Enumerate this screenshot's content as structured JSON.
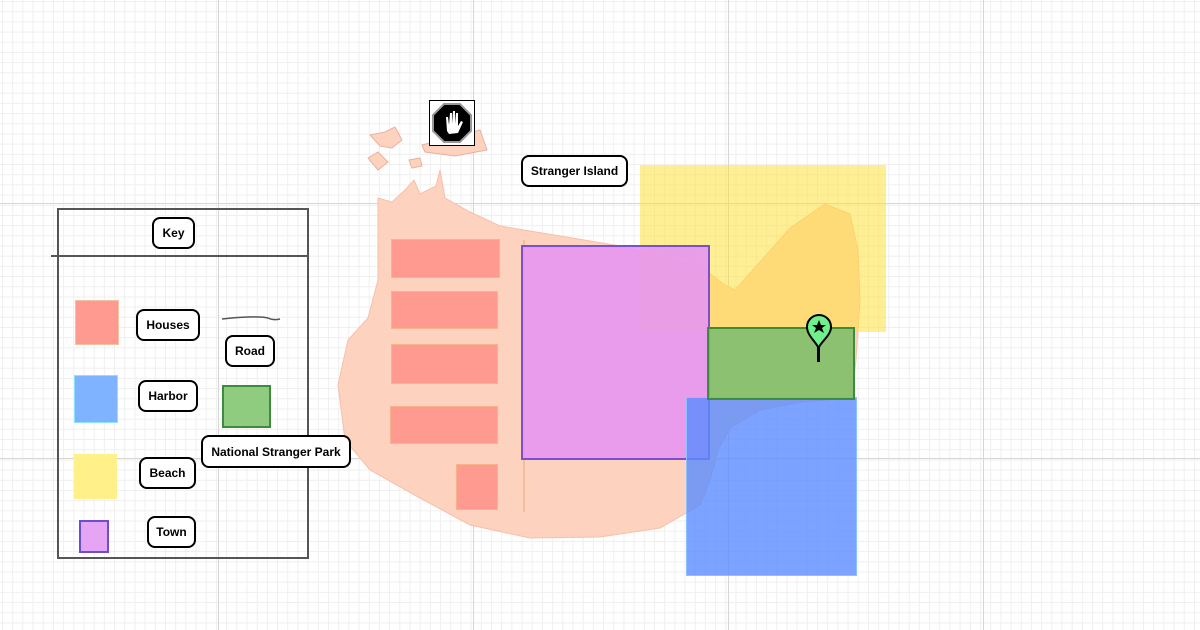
{
  "title": "Stranger Island",
  "key": {
    "title": "Key",
    "items": [
      {
        "label": "Houses",
        "color": "#ff9a90"
      },
      {
        "label": "Harbor",
        "color": "#7fb2ff"
      },
      {
        "label": "Beach",
        "color": "#fff08a"
      },
      {
        "label": "Town",
        "color": "#e6a4f4"
      },
      {
        "label": "Road",
        "color": "#555555"
      },
      {
        "label": "National Stranger Park",
        "color": "#8fcc7f"
      }
    ]
  },
  "icons": [
    "stop-hand-sign-icon",
    "map-pin-star-icon"
  ]
}
